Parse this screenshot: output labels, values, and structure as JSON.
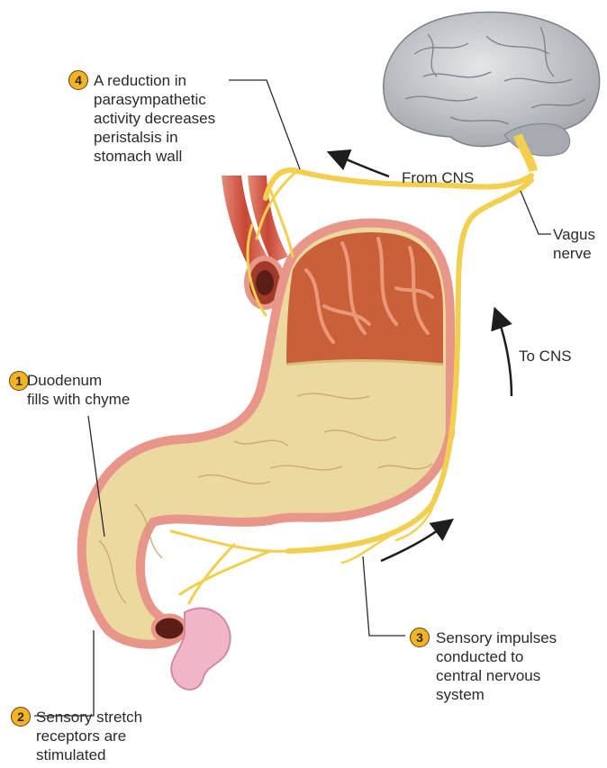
{
  "steps": [
    {
      "number": "1",
      "lines": [
        "Duodenum",
        "fills with chyme"
      ]
    },
    {
      "number": "2",
      "lines": [
        "Sensory stretch",
        "receptors are",
        "stimulated"
      ]
    },
    {
      "number": "3",
      "lines": [
        "Sensory impulses",
        "conducted to",
        "central nervous",
        "system"
      ]
    },
    {
      "number": "4",
      "lines": [
        "A reduction in",
        "parasympathetic",
        "activity decreases",
        "peristalsis in",
        "stomach wall"
      ]
    }
  ],
  "labels": {
    "from_cns": "From CNS",
    "to_cns": "To CNS",
    "vagus_nerve": [
      "Vagus",
      "nerve"
    ]
  },
  "colors": {
    "nerve": "#f2cf4e",
    "stomach_wall": "#e8958a",
    "chyme": "#ecd9a0",
    "mucosa": "#c9603a",
    "brain": "#c9ccd0",
    "badge": "#f3b323",
    "intestine": "#f0b5c6",
    "esophagus": "#c94a3a"
  }
}
